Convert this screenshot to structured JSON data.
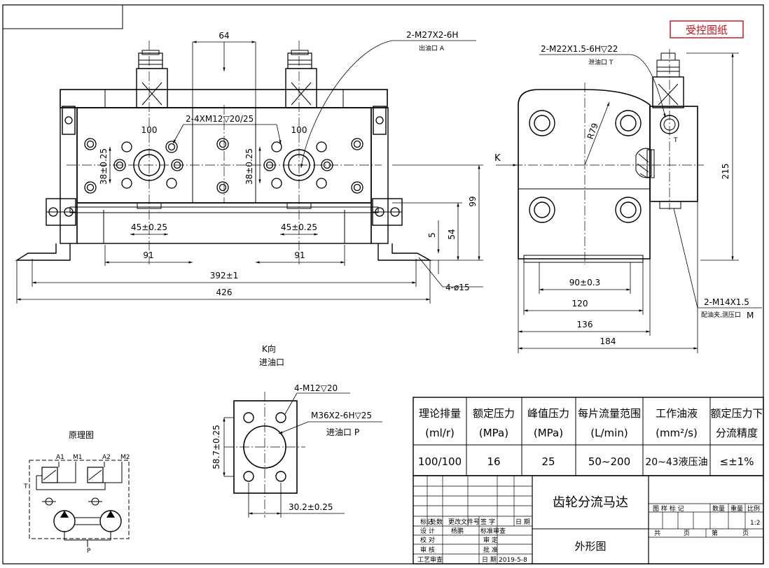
{
  "stamp": "受控图纸",
  "front_view": {
    "outlet_port": "2-M27X2-6H",
    "outlet_port_label": "出油口 A",
    "bolt_holes": "2-4XM12▽20/25",
    "dim_64": "64",
    "dim_100_left": "100",
    "dim_100_right": "100",
    "dim_38_left": "38±0.25",
    "dim_38_right": "38±0.25",
    "dim_45_left": "45±0.25",
    "dim_45_right": "45±0.25",
    "dim_91_left": "91",
    "dim_91_right": "91",
    "dim_392": "392±1",
    "dim_426": "426",
    "dim_99": "99",
    "dim_54": "54",
    "dim_5": "5",
    "mount_holes": "4-ø15"
  },
  "side_view": {
    "drain_port": "2-M22X1.5-6H▽22",
    "drain_port_label": "泄油口 T",
    "k_label": "K",
    "radius": "R79",
    "t_label": "T",
    "dim_215": "215",
    "dim_90": "90±0.3",
    "dim_120": "120",
    "dim_136": "136",
    "dim_184": "184",
    "gauge_port": "2-M14X1.5",
    "gauge_port_label": "配油夹,测压口",
    "gauge_port_letter": "M"
  },
  "k_view": {
    "title": "K向",
    "subtitle": "进油口",
    "holes": "4-M12▽20",
    "inlet_port": "M36X2-6H▽25",
    "inlet_port_label": "进油口 P",
    "dim_58": "58.7±0.25",
    "dim_30": "30.2±0.25"
  },
  "schematic": {
    "title": "原理图",
    "a1": "A1",
    "m1": "M1",
    "a2": "A2",
    "m2": "M2",
    "t": "T",
    "p": "P"
  },
  "spec_table": {
    "headers": [
      [
        "理论排量",
        "(ml/r)"
      ],
      [
        "额定压力",
        "(MPa)"
      ],
      [
        "峰值压力",
        "(MPa)"
      ],
      [
        "每片流量范围",
        "(L/min)"
      ],
      [
        "工作油液",
        "(mm²/s)"
      ],
      [
        "额定压力下",
        "分流精度"
      ]
    ],
    "values": [
      "100/100",
      "16",
      "25",
      "50~200",
      "20~43液压油",
      "≤±1%"
    ]
  },
  "title_block": {
    "product_name": "齿轮分流马达",
    "drawing_name": "外形图",
    "date": "2019-5-8",
    "scale": "1:2",
    "labels": {
      "mark": "标记",
      "count": "处数",
      "change_doc": "更改文件号",
      "signature": "签 字",
      "date": "日 期",
      "design": "设 计",
      "designer": "杨鹏",
      "std_review": "标准审查",
      "check": "校 对",
      "approve_fix": "审 定",
      "review": "审 核",
      "ratify": "批 准",
      "process": "工艺审查",
      "date2": "日 期",
      "stage_mark": "图 样 标 记",
      "quantity": "数量",
      "weight": "重量",
      "ratio": "比例",
      "total": "共",
      "page": "页",
      "sheet": "第",
      "page2": "页"
    }
  }
}
